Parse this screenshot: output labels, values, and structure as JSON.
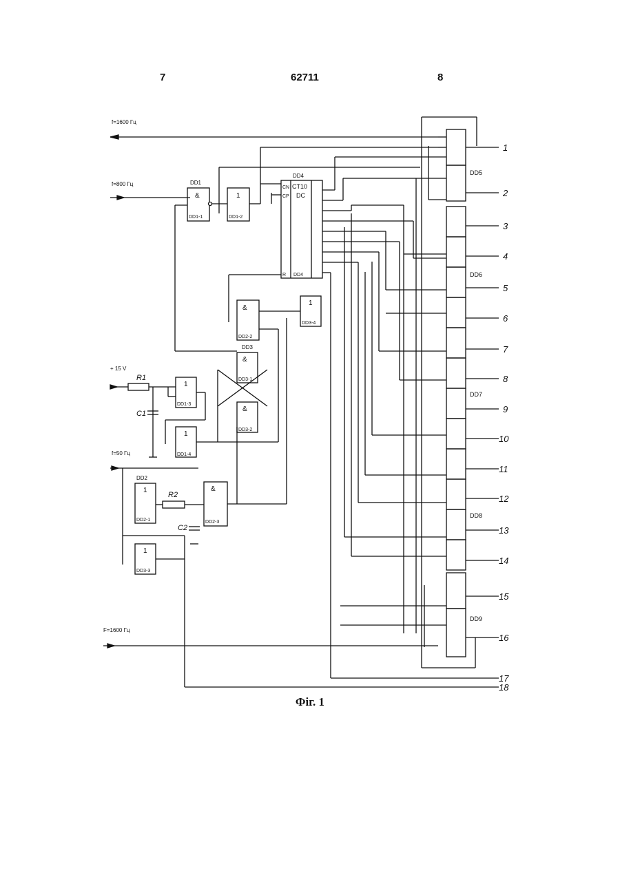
{
  "header": {
    "page_left": "7",
    "patent_number": "62711",
    "page_right": "8"
  },
  "caption": "Фіг. 1",
  "inputs": {
    "f1600": "f=1600 Гц",
    "f800": "f=800 Гц",
    "v15": "+ 15 V",
    "f50": "f=50 Гц",
    "f1600_inv": "F=1600 Гц"
  },
  "components": {
    "dd1": "DD1",
    "dd2": "DD2",
    "dd3": "DD3",
    "dd4": "DD4",
    "dd5": "DD5",
    "dd6": "DD6",
    "dd7": "DD7",
    "dd8": "DD8",
    "dd9": "DD9",
    "r1": "R1",
    "r2": "R2",
    "c1": "C1",
    "c2": "C2",
    "counter_top": "CT10",
    "counter_bot": "DC",
    "cn": "CN",
    "cp": "CP",
    "r": "R"
  },
  "output_labels": [
    "1",
    "2",
    "3",
    "4",
    "5",
    "6",
    "7",
    "8",
    "9",
    "10",
    "11",
    "12",
    "13",
    "14",
    "15",
    "16",
    "17",
    "18"
  ]
}
